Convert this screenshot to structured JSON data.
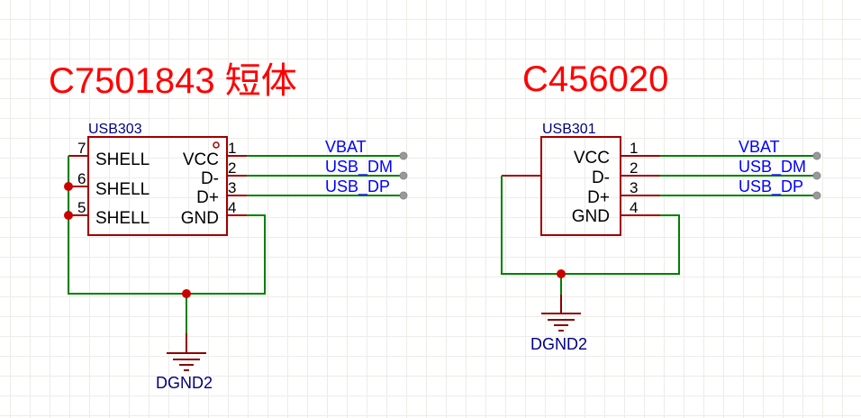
{
  "colors": {
    "title": "#ff0000",
    "designator": "#000080",
    "component_outline": "#a00000",
    "pin": "#a00000",
    "wire": "#008000",
    "junction": "#cc0000",
    "net_label": "#0000ff",
    "net_port": "#999999",
    "ground": "#8b0000",
    "grid": "#eeece8"
  },
  "parts": [
    {
      "title": "C7501843 短体",
      "designator": "USB303",
      "pins": [
        {
          "num": "7",
          "name": "SHELL"
        },
        {
          "num": "6",
          "name": "SHELL"
        },
        {
          "num": "5",
          "name": "SHELL"
        },
        {
          "num": "1",
          "name": "VCC"
        },
        {
          "num": "2",
          "name": "D-"
        },
        {
          "num": "3",
          "name": "D+"
        },
        {
          "num": "4",
          "name": "GND"
        }
      ],
      "nets": [
        "VBAT",
        "USB_DM",
        "USB_DP"
      ],
      "ground_label": "DGND2"
    },
    {
      "title": "C456020",
      "designator": "USB301",
      "pins": [
        {
          "num": "1",
          "name": "VCC"
        },
        {
          "num": "2",
          "name": "D-"
        },
        {
          "num": "3",
          "name": "D+"
        },
        {
          "num": "4",
          "name": "GND"
        }
      ],
      "nets": [
        "VBAT",
        "USB_DM",
        "USB_DP"
      ],
      "ground_label": "DGND2"
    }
  ]
}
